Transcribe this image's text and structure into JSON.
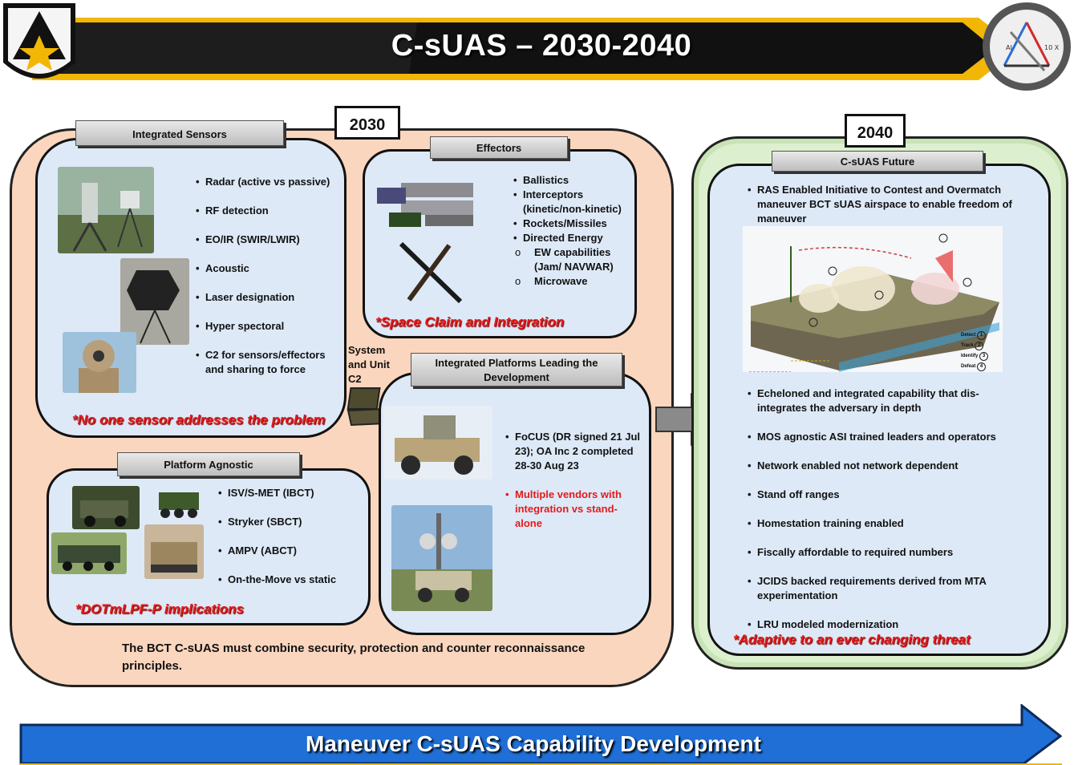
{
  "header": {
    "title": "C-sUAS – 2030-2040"
  },
  "logos": {
    "left": "futures-command-star-icon",
    "right": "ai-seal-icon",
    "right_text": [
      "AI",
      "10 X"
    ]
  },
  "colors": {
    "accent_yellow": "#f2b705",
    "panel_2030": "#fbd6be",
    "panel_2040": "#dcefcf",
    "inner": "#dde9f7",
    "red_note": "#e31b1b",
    "arrow_blue": "#1f6fd6"
  },
  "years": {
    "y2030": "2030",
    "y2040": "2040"
  },
  "sensors": {
    "title": "Integrated Sensors",
    "items": [
      "Radar (active vs passive)",
      "RF detection",
      "EO/IR (SWIR/LWIR)",
      "Acoustic",
      "Laser designation",
      "Hyper spectoral",
      "C2 for sensors/effectors and sharing to force"
    ],
    "note": "*No one sensor addresses the problem"
  },
  "effectors": {
    "title": "Effectors",
    "items": [
      "Ballistics",
      "Interceptors (kinetic/non-kinetic)",
      "Rockets/Missiles",
      "Directed Energy"
    ],
    "subitems": [
      "EW capabilities (Jam/ NAVWAR)",
      "Microwave"
    ],
    "note": "*Space Claim and Integration"
  },
  "system_c2": {
    "label": "System and Unit C2"
  },
  "platform": {
    "title": "Platform Agnostic",
    "items": [
      "ISV/S-MET (IBCT)",
      "Stryker (SBCT)",
      "AMPV (ABCT)",
      "On-the-Move vs static"
    ],
    "note": "*DOTmLPF-P implications"
  },
  "integrated": {
    "title": "Integrated Platforms Leading the Development",
    "item1": "FoCUS (DR signed 21 Jul 23); OA Inc 2 completed 28-30 Aug 23",
    "item2": "Multiple vendors with integration vs stand-alone"
  },
  "summary": "The BCT C-sUAS must combine security, protection and counter reconnaissance principles.",
  "future": {
    "title": "C-sUAS Future",
    "lead": "RAS Enabled Initiative to Contest and Overmatch maneuver BCT sUAS airspace to enable freedom of maneuver",
    "items": [
      "Echeloned and integrated capability that dis-integrates the adversary in depth",
      "MOS agnostic ASI trained leaders and operators",
      "Network enabled not network dependent",
      "Stand off ranges",
      "Homestation training enabled",
      "Fiscally affordable to required numbers",
      "JCIDS backed requirements derived from MTA experimentation",
      "LRU modeled modernization"
    ],
    "note": "*Adaptive to an ever changing threat",
    "diagram_legend": [
      {
        "label": "Detect",
        "num": "1"
      },
      {
        "label": "Track",
        "num": "2"
      },
      {
        "label": "Identify",
        "num": "3"
      },
      {
        "label": "Defeat",
        "num": "4"
      }
    ]
  },
  "footer": {
    "banner": "Maneuver C-sUAS Capability Development"
  }
}
